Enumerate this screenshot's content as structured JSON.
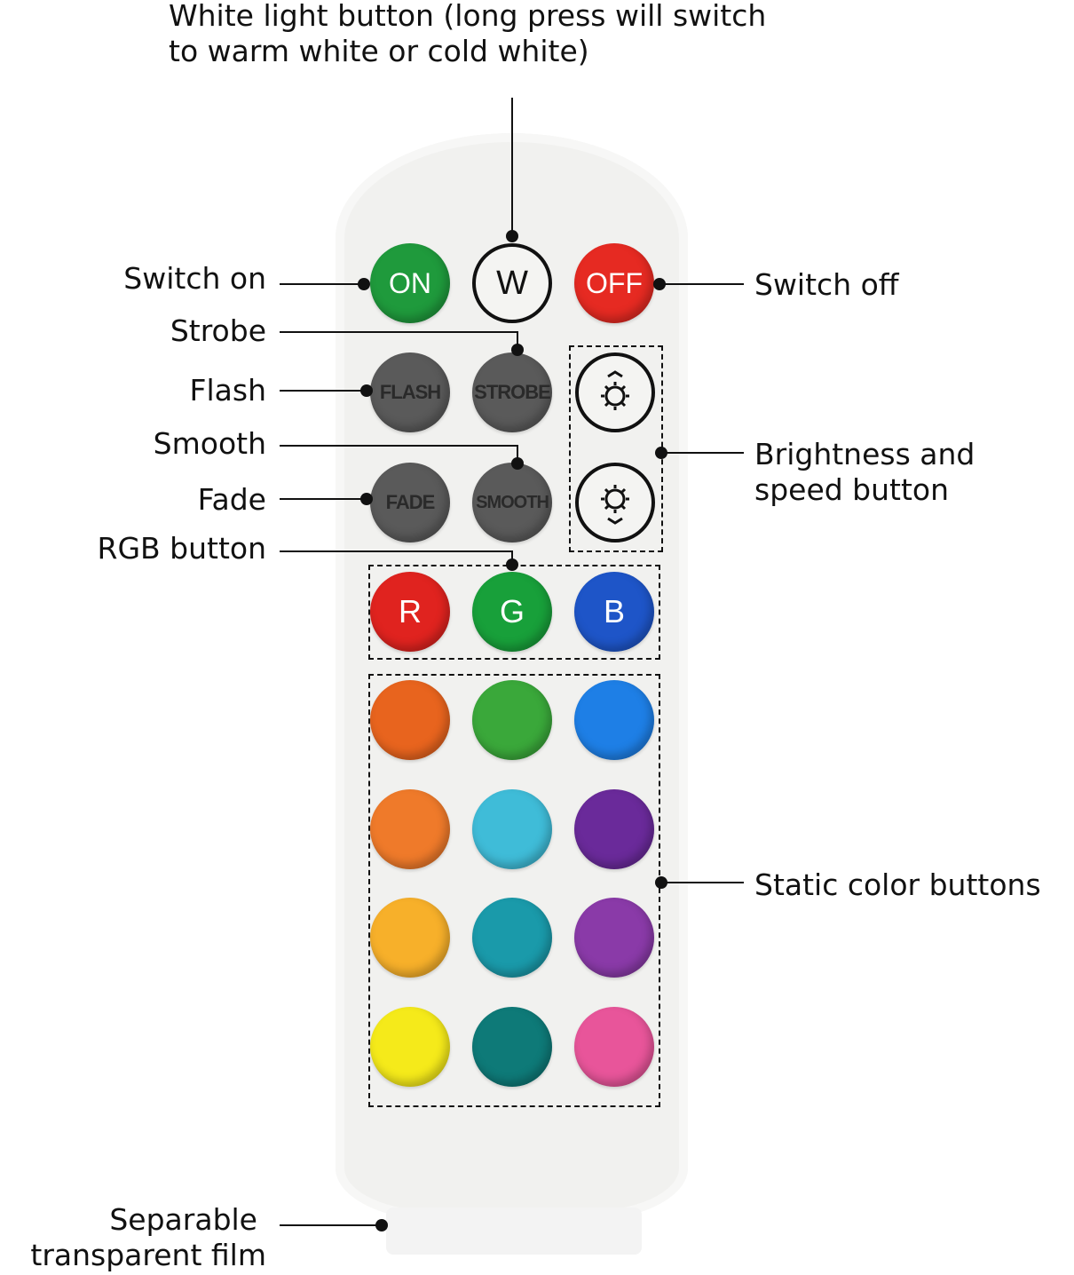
{
  "labels": {
    "white_light": [
      "White light button (long press will switch",
      "to warm white or cold white)"
    ],
    "switch_on": "Switch on",
    "strobe": "Strobe",
    "flash": "Flash",
    "smooth": "Smooth",
    "fade": "Fade",
    "rgb": "RGB button",
    "switch_off": "Switch off",
    "brightness": [
      "Brightness and",
      "speed button"
    ],
    "static": "Static color buttons",
    "film": [
      "Separable",
      "transparent film"
    ]
  },
  "buttons": {
    "on": "ON",
    "w": "W",
    "off": "OFF",
    "flash": "FLASH",
    "strobe": "STROBE",
    "fade": "FADE",
    "smooth": "SMOOTH",
    "r": "R",
    "g": "G",
    "b": "B"
  },
  "colors": {
    "on": "#1f9a3c",
    "off": "#e62a22",
    "r": "#e0231f",
    "g": "#18a03a",
    "b": "#1e55c8",
    "static": [
      [
        "#e8641e",
        "#3aa83a",
        "#1e7fe6"
      ],
      [
        "#ef7a2a",
        "#3fbcd8",
        "#6a2a9a"
      ],
      [
        "#f7b02a",
        "#1a9aaa",
        "#8a3aa8"
      ],
      [
        "#f5ea1a",
        "#0e7a78",
        "#e8559a"
      ]
    ]
  }
}
